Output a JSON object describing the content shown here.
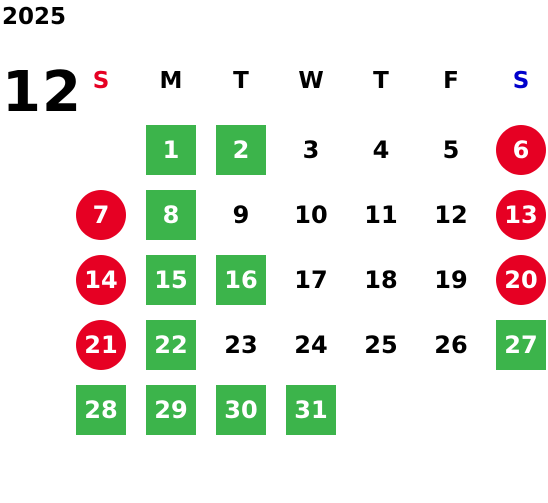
{
  "year": "2025",
  "month": "12",
  "colors": {
    "green": "#3cb44b",
    "red": "#e60023",
    "sunday": "#e60023",
    "saturday": "#0000cc"
  },
  "weekdays": [
    {
      "label": "S",
      "color": "#e60023"
    },
    {
      "label": "M",
      "color": "#000000"
    },
    {
      "label": "T",
      "color": "#000000"
    },
    {
      "label": "W",
      "color": "#000000"
    },
    {
      "label": "T",
      "color": "#000000"
    },
    {
      "label": "F",
      "color": "#000000"
    },
    {
      "label": "S",
      "color": "#0000cc"
    }
  ],
  "weeks": [
    [
      null,
      {
        "day": "1",
        "style": "green"
      },
      {
        "day": "2",
        "style": "green"
      },
      {
        "day": "3",
        "style": "plain"
      },
      {
        "day": "4",
        "style": "plain"
      },
      {
        "day": "5",
        "style": "plain"
      },
      {
        "day": "6",
        "style": "red"
      }
    ],
    [
      {
        "day": "7",
        "style": "red"
      },
      {
        "day": "8",
        "style": "green"
      },
      {
        "day": "9",
        "style": "plain"
      },
      {
        "day": "10",
        "style": "plain"
      },
      {
        "day": "11",
        "style": "plain"
      },
      {
        "day": "12",
        "style": "plain"
      },
      {
        "day": "13",
        "style": "red"
      }
    ],
    [
      {
        "day": "14",
        "style": "red"
      },
      {
        "day": "15",
        "style": "green"
      },
      {
        "day": "16",
        "style": "green"
      },
      {
        "day": "17",
        "style": "plain"
      },
      {
        "day": "18",
        "style": "plain"
      },
      {
        "day": "19",
        "style": "plain"
      },
      {
        "day": "20",
        "style": "red"
      }
    ],
    [
      {
        "day": "21",
        "style": "red"
      },
      {
        "day": "22",
        "style": "green"
      },
      {
        "day": "23",
        "style": "plain"
      },
      {
        "day": "24",
        "style": "plain"
      },
      {
        "day": "25",
        "style": "plain"
      },
      {
        "day": "26",
        "style": "plain"
      },
      {
        "day": "27",
        "style": "green"
      }
    ],
    [
      {
        "day": "28",
        "style": "green"
      },
      {
        "day": "29",
        "style": "green"
      },
      {
        "day": "30",
        "style": "green"
      },
      {
        "day": "31",
        "style": "green"
      },
      null,
      null,
      null
    ]
  ]
}
